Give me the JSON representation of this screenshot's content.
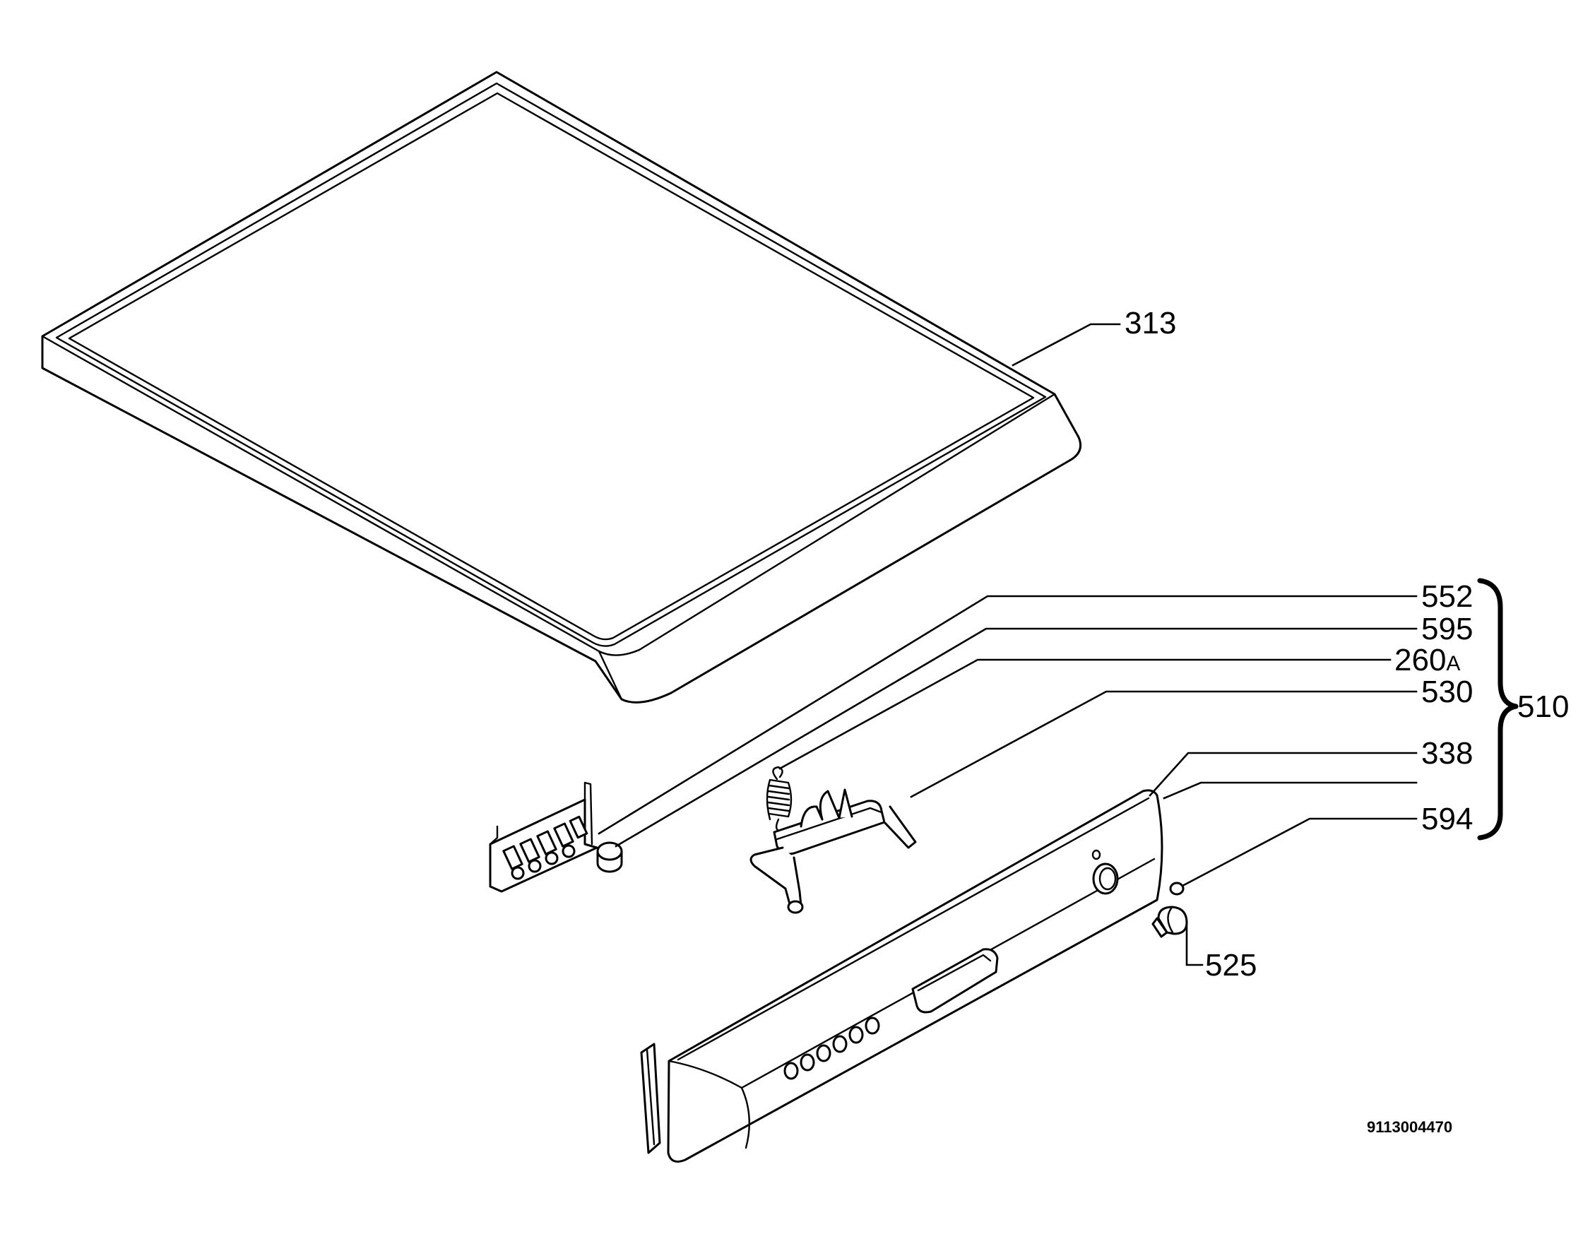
{
  "callouts": {
    "lid": "313",
    "c552": "552",
    "c595": "595",
    "c260": "260",
    "c260_suffix": "A",
    "c530": "530",
    "c338": "338",
    "c594": "594",
    "c525": "525",
    "group_510": "510"
  },
  "drawing_number": "9113004470",
  "colors": {
    "line": "#000000",
    "background": "#ffffff"
  }
}
